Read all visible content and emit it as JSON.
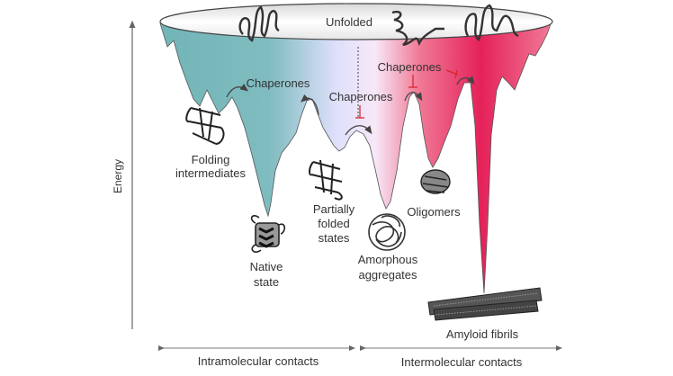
{
  "axis": {
    "y_label": "Energy"
  },
  "top": {
    "label": "Unfolded"
  },
  "chaperones": [
    "Chaperones",
    "Chaperones",
    "Chaperones"
  ],
  "states": {
    "folding_intermediates": [
      "Folding",
      "intermediates"
    ],
    "native_state": [
      "Native",
      "state"
    ],
    "partially_folded": [
      "Partially",
      "folded",
      "states"
    ],
    "amorphous_aggregates": [
      "Amorphous",
      "aggregates"
    ],
    "oligomers": "Oligomers",
    "amyloid_fibrils": "Amyloid fibrils"
  },
  "bottom": {
    "intramolecular": "Intramolecular contacts",
    "intermolecular": "Intermolecular contacts"
  },
  "colors": {
    "teal": "#72b5b7",
    "lavender": "#e8e2fb",
    "pink": "#f07b97",
    "crimson": "#e5215a",
    "inhibit": "#d9262e"
  }
}
